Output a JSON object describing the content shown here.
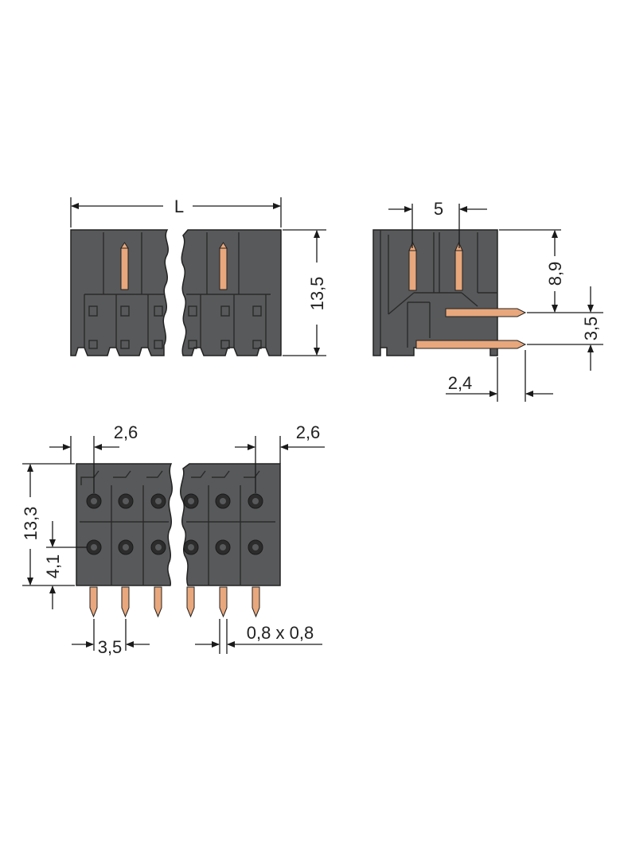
{
  "drawing": {
    "views": {
      "front": {
        "width_label": "L",
        "height_label": "13,5"
      },
      "side": {
        "pitch_label": "5",
        "height_label": "8,9",
        "pin_gap_label": "3,5",
        "offset_label": "2,4"
      },
      "bottom": {
        "edge_left_label": "2,6",
        "edge_right_label": "2,6",
        "height_label": "13,3",
        "pin_height_label": "4,1",
        "pin_pitch_label": "3,5",
        "pin_section_label": "0,8 x 0,8"
      }
    },
    "colors": {
      "housing": "#58595b",
      "pins": "#e8a77c",
      "lines": "#1a1a1a"
    }
  }
}
